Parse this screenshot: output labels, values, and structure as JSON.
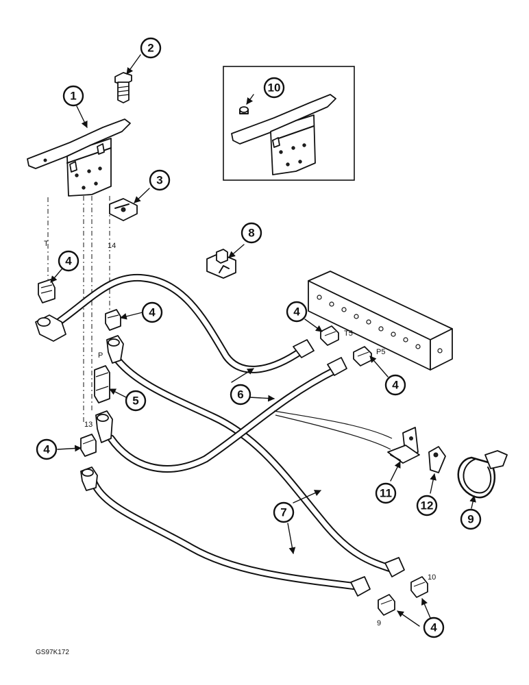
{
  "callouts": [
    "1",
    "2",
    "3",
    "4",
    "5",
    "6",
    "7",
    "8",
    "9",
    "10",
    "11",
    "12"
  ],
  "port_labels": {
    "t": "T",
    "p": "P",
    "n13": "13",
    "n14": "14",
    "t5": "T5",
    "p5": "P5",
    "n10": "10",
    "n9": "9"
  },
  "drawing_code": "GS97K172"
}
